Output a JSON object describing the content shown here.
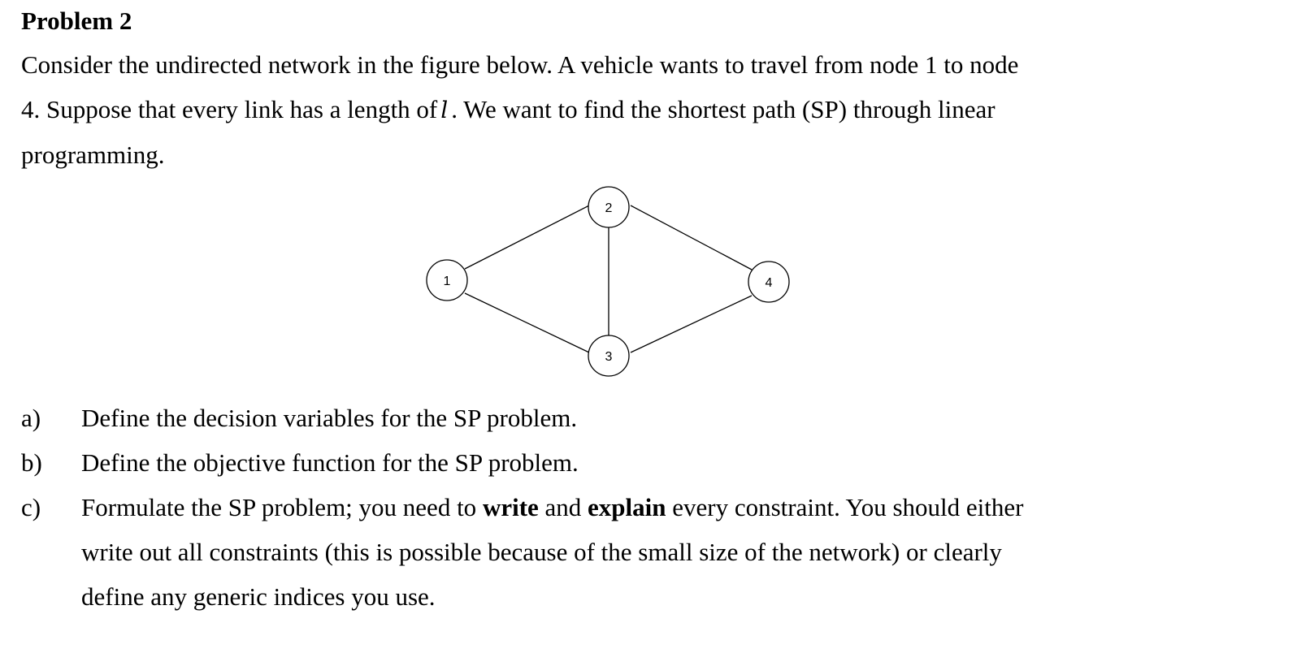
{
  "problem": {
    "title": "Problem 2",
    "intro": {
      "line1": "Consider the undirected network in the figure below. A vehicle wants to travel from node 1 to node",
      "line2_a": "4. Suppose that every link has a length of",
      "line2_var": "l",
      "line2_b": ". We want to find the shortest path (SP) through linear",
      "line3": "programming."
    }
  },
  "network": {
    "nodes": [
      {
        "id": "1",
        "label": "1"
      },
      {
        "id": "2",
        "label": "2"
      },
      {
        "id": "3",
        "label": "3"
      },
      {
        "id": "4",
        "label": "4"
      }
    ],
    "edges": [
      [
        "1",
        "2"
      ],
      [
        "1",
        "3"
      ],
      [
        "2",
        "3"
      ],
      [
        "2",
        "4"
      ],
      [
        "3",
        "4"
      ]
    ]
  },
  "questions": {
    "a": {
      "letter": "a)",
      "text": "Define the decision variables for the SP problem."
    },
    "b": {
      "letter": "b)",
      "text": "Define the objective function for the SP problem."
    },
    "c": {
      "letter": "c)",
      "text_1": "Formulate the SP problem; you need to ",
      "bold_1": "write",
      "text_2": " and ",
      "bold_2": "explain",
      "text_3": " every constraint. You should either",
      "line2": "write out all constraints (this is possible because of the small size of the network) or clearly",
      "line3": "define any generic indices you use."
    }
  }
}
